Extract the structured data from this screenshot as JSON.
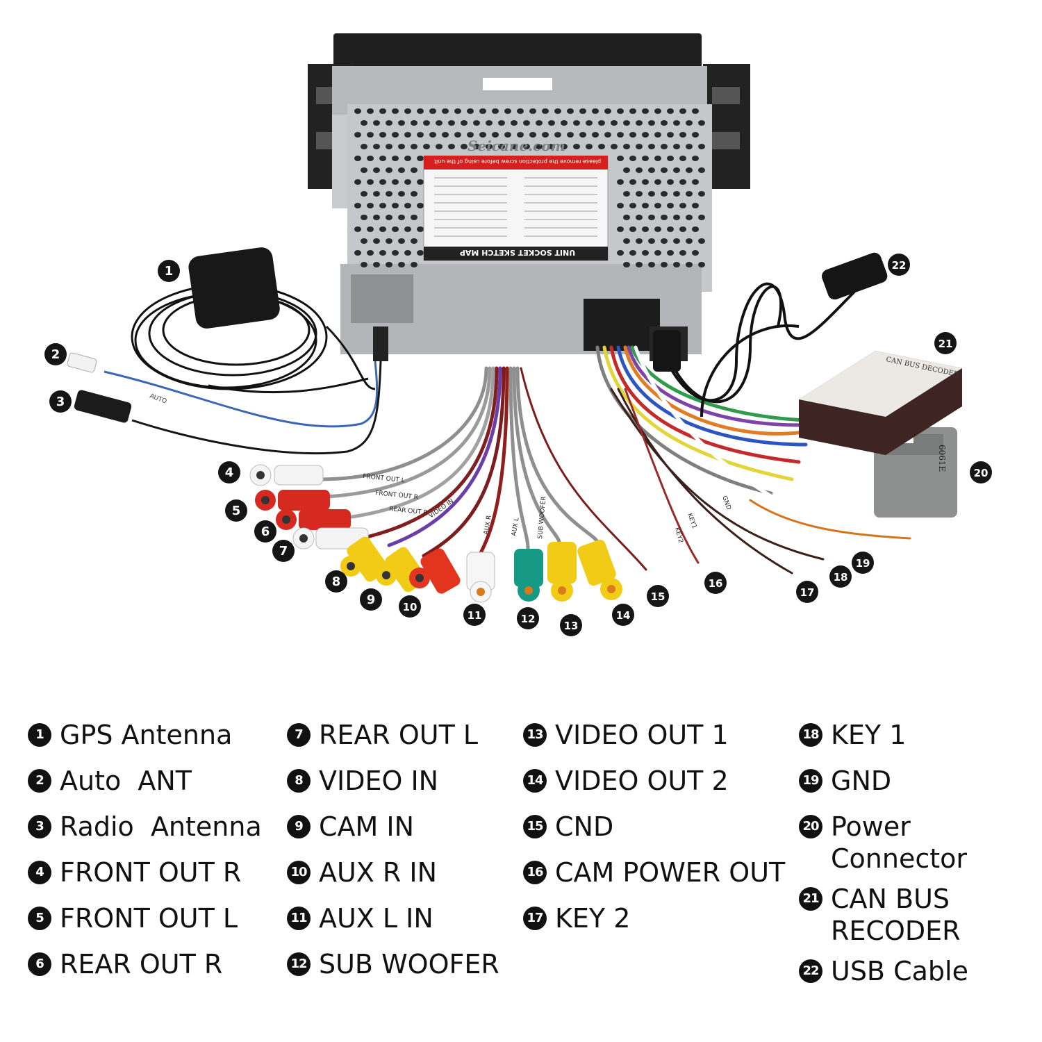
{
  "brand": "Seicane.com",
  "label_sheet_title": "UNIT SOCKET SKETCH MAP",
  "label_sheet_warning": "please remove the protection screw before using of the unit",
  "can_bus_box_text": "CAN BUS DECODER",
  "power_connector_tag": "6061E",
  "cable_tags": {
    "auto": "AUTO",
    "front_out_l": "FRONT OUT L",
    "front_out_r": "FRONT OUT R",
    "rear_out_r": "REAR OUT R",
    "video_in": "VIDEO IN",
    "aux_r": "AUX R",
    "aux_l": "AUX L",
    "sub_woofer": "SUB WOOFER",
    "key1": "KEY1",
    "key2": "KEY2",
    "gnd": "GND"
  },
  "callouts": [
    "1",
    "2",
    "3",
    "4",
    "5",
    "6",
    "7",
    "8",
    "9",
    "10",
    "11",
    "12",
    "13",
    "14",
    "15",
    "16",
    "17",
    "18",
    "19",
    "20",
    "21",
    "22"
  ],
  "legend": {
    "col1": [
      {
        "num": "1",
        "label": "GPS Antenna"
      },
      {
        "num": "2",
        "label": "Auto  ANT"
      },
      {
        "num": "3",
        "label": "Radio  Antenna"
      },
      {
        "num": "4",
        "label": "FRONT OUT R"
      },
      {
        "num": "5",
        "label": "FRONT OUT L"
      },
      {
        "num": "6",
        "label": "REAR OUT R"
      }
    ],
    "col2": [
      {
        "num": "7",
        "label": "REAR OUT L"
      },
      {
        "num": "8",
        "label": "VIDEO IN"
      },
      {
        "num": "9",
        "label": "CAM IN"
      },
      {
        "num": "10",
        "label": "AUX R IN"
      },
      {
        "num": "11",
        "label": "AUX L IN"
      },
      {
        "num": "12",
        "label": "SUB WOOFER"
      }
    ],
    "col3": [
      {
        "num": "13",
        "label": "VIDEO OUT 1"
      },
      {
        "num": "14",
        "label": "VIDEO OUT 2"
      },
      {
        "num": "15",
        "label": "CND"
      },
      {
        "num": "16",
        "label": "CAM POWER OUT"
      },
      {
        "num": "17",
        "label": "KEY 2"
      }
    ],
    "col4": [
      {
        "num": "18",
        "label": "KEY 1"
      },
      {
        "num": "19",
        "label": "GND"
      },
      {
        "num": "20",
        "label": "Power\nConnector"
      },
      {
        "num": "21",
        "label": "CAN BUS\nRECODER"
      },
      {
        "num": "22",
        "label": "USB Cable"
      }
    ]
  }
}
